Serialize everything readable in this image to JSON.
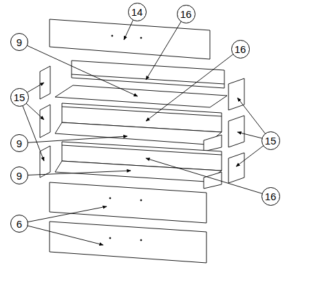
{
  "diagram": {
    "nodes": [
      {
        "text": [
          "14"
        ]
      },
      {
        "text": [
          "16"
        ]
      },
      {
        "text": [
          "9"
        ]
      },
      {
        "text": [
          "16"
        ]
      },
      {
        "text": [
          "15"
        ]
      },
      {
        "text": [
          "9"
        ]
      },
      {
        "text": [
          "15"
        ]
      },
      {
        "text": [
          "9"
        ]
      },
      {
        "text": [
          "16"
        ]
      },
      {
        "text": [
          "6"
        ]
      }
    ]
  }
}
